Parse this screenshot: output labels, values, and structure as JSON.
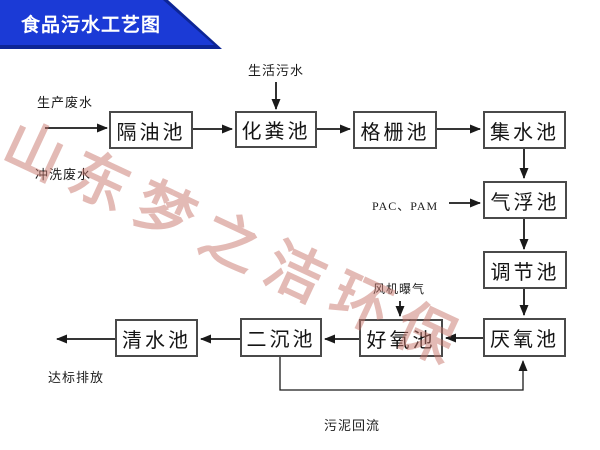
{
  "banner": {
    "title": "食品污水工艺图"
  },
  "watermark": {
    "text": "山东梦之洁环保"
  },
  "nodes": {
    "oil_separation": "隔油池",
    "septic": "化粪池",
    "bar_screen": "格栅池",
    "collecting": "集水池",
    "air_flotation": "气浮池",
    "regulating": "调节池",
    "anaerobic": "厌氧池",
    "aerobic": "好氧池",
    "secondary_sedimentation": "二沉池",
    "clean_water": "清水池"
  },
  "labels": {
    "production_wastewater": "生产废水",
    "flushing_wastewater": "冲洗废水",
    "domestic_sewage": "生活污水",
    "pac_pam": "PAC、PAM",
    "blower_aeration": "风机曝气",
    "standard_discharge": "达标排放",
    "sludge_return": "污泥回流"
  },
  "colors": {
    "banner_blue": "#1b3ad6",
    "banner_dark_blue": "#0d2596",
    "watermark_pink": "#c8786c",
    "line_black": "#1a1a1a",
    "box_border_gray": "#4a4a4a"
  }
}
